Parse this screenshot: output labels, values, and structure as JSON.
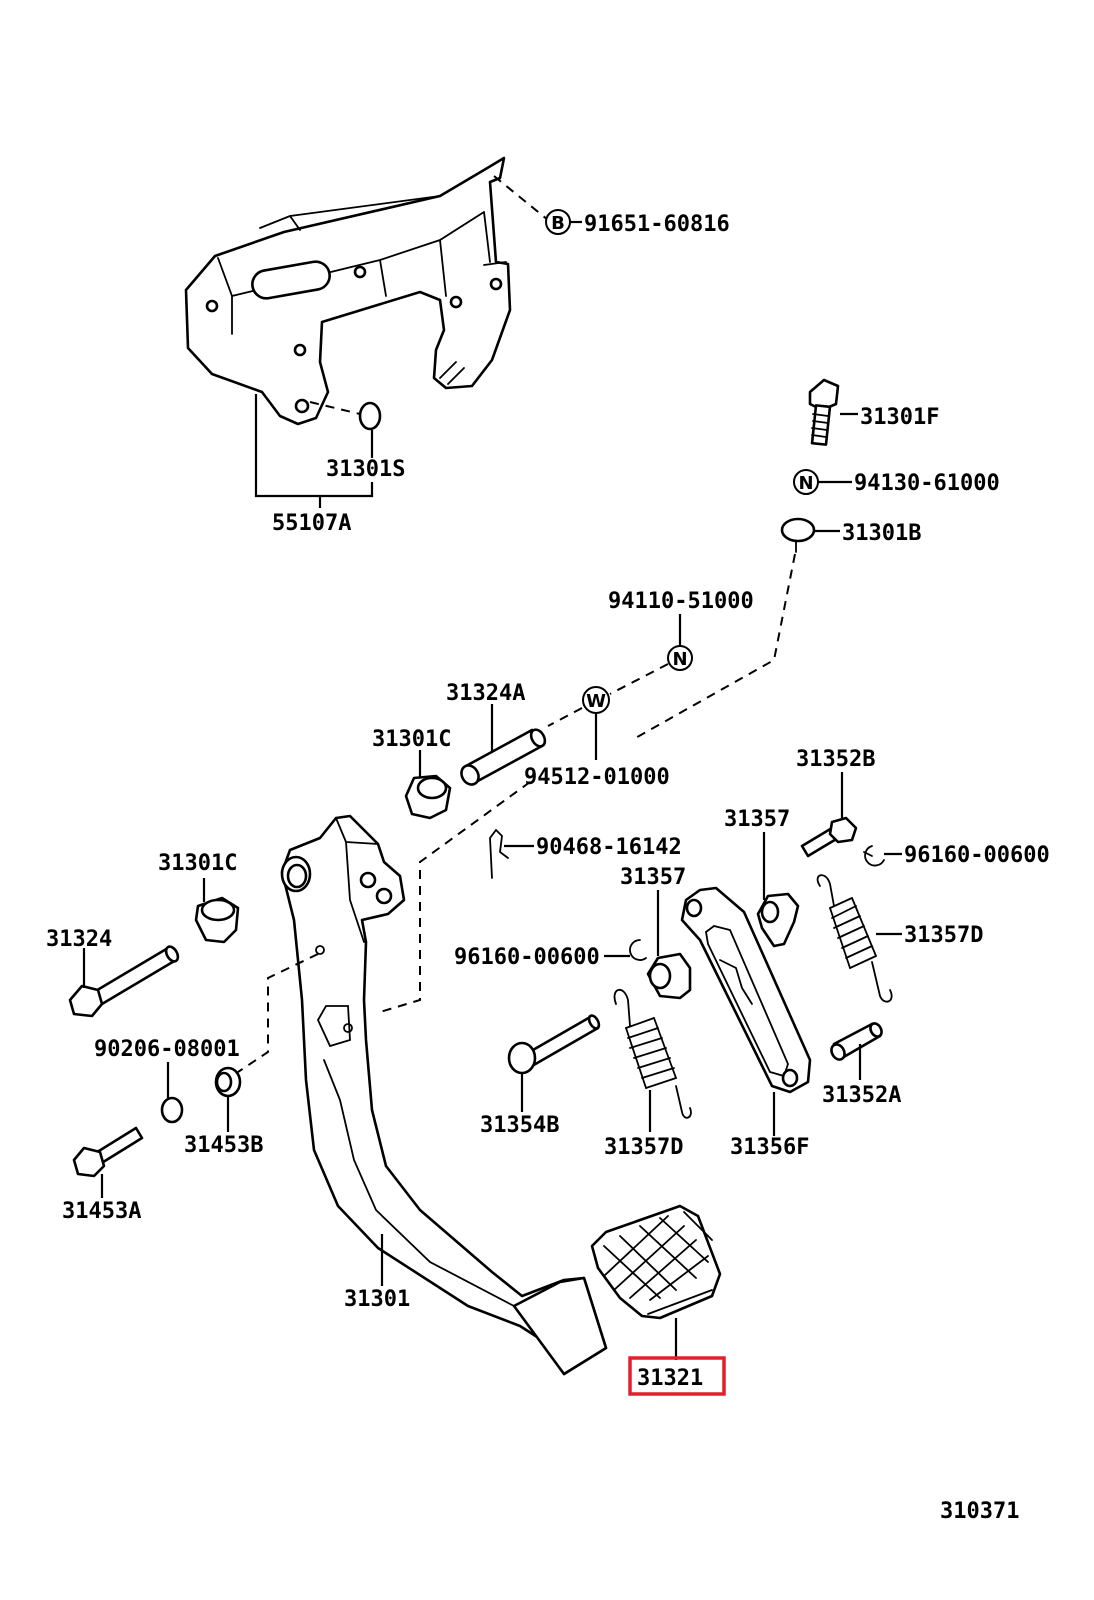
{
  "diagram": {
    "highlight_color": "#e0202a",
    "diagram_number": "310371",
    "callouts": {
      "bolt_b": {
        "marker": "B",
        "part": "91651-60816"
      },
      "nut_n_top": {
        "marker": "N",
        "part": "94130-61000"
      },
      "nut_n_mid": {
        "marker": "N",
        "part": "94110-51000"
      },
      "washer_w": {
        "marker": "W",
        "part": "94512-01000"
      }
    },
    "labels": {
      "p31301F": "31301F",
      "p31301B": "31301B",
      "p31301S": "31301S",
      "p55107A": "55107A",
      "p31324A": "31324A",
      "p31301C_top": "31301C",
      "p31301C_left": "31301C",
      "p90468": "90468-16142",
      "p31352B": "31352B",
      "p96160_right": "96160-00600",
      "p96160_left": "96160-00600",
      "p31357_top": "31357",
      "p31357_mid": "31357",
      "p31357D_right": "31357D",
      "p31357D_bottom": "31357D",
      "p31324": "31324",
      "p90206": "90206-08001",
      "p31453B": "31453B",
      "p31453A": "31453A",
      "p31354B": "31354B",
      "p31356F": "31356F",
      "p31352A": "31352A",
      "p31301": "31301",
      "p31321": "31321"
    }
  }
}
